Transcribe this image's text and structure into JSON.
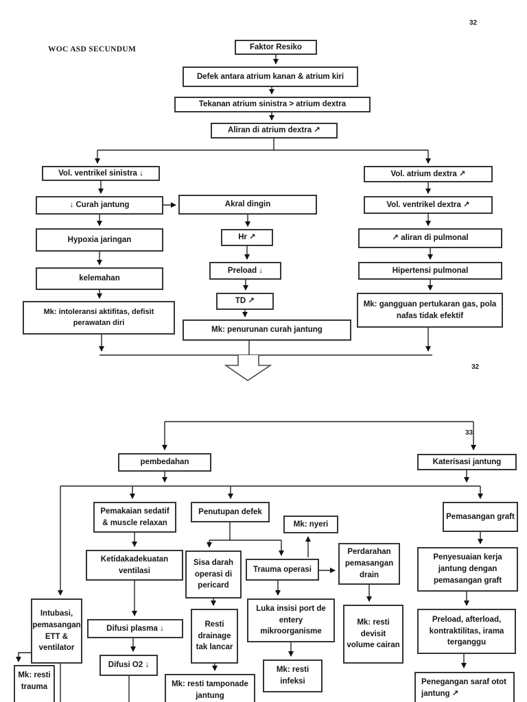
{
  "page": {
    "title": "WOC ASD SECUNDUM",
    "page_number_top": "32",
    "page_number_middle": "32",
    "page_number_section2": "33"
  },
  "nodes": {
    "faktor_resiko": "Faktor Resiko",
    "defek_atrium": "Defek antara atrium kanan & atrium kiri",
    "tekanan_atrium": "Tekanan atrium sinistra > atrium dextra",
    "aliran_atrium_dextra": "Aliran di atrium dextra ↗",
    "vol_ventrikel_sinistra": "Vol. ventrikel sinistra ↓",
    "curah_jantung": "↓  Curah jantung",
    "akral_dingin": "Akral dingin",
    "hypoxia_jaringan": "Hypoxia jaringan",
    "kelemahan": "kelemahan",
    "mk_intoleransi": "Mk: intoleransi aktifitas, defisit perawatan diri",
    "hr": "Hr ↗",
    "preload": "Preload ↓",
    "td": "TD ↗",
    "mk_penurunan_curah": "Mk: penurunan curah jantung",
    "vol_atrium_dextra": "Vol. atrium dextra ↗",
    "vol_ventrikel_dextra": "Vol. ventrikel dextra ↗",
    "aliran_pulmonal": "↗ aliran di pulmonal",
    "hipertensi_pulmonal": "Hipertensi pulmonal",
    "mk_gangguan_gas": "Mk: gangguan pertukaran gas, pola nafas tidak efektif",
    "pembedahan": "pembedahan",
    "katerisasi_jantung": "Katerisasi jantung",
    "pemakaian_sedatif": "Pemakaian sedatif & muscle relaxan",
    "penutupan_defek": "Penutupan defek",
    "mk_nyeri": "Mk: nyeri",
    "pemasangan_graft": "Pemasangan graft",
    "ketidakadekuatan_ventilasi": "Ketidakadekuatan ventilasi",
    "sisa_darah": "Sisa darah operasi di pericard",
    "trauma_operasi": "Trauma operasi",
    "perdarahan_drain": "Perdarahan pemasangan drain",
    "penyesuaian_kerja": "Penyesuaian kerja jantung dengan pemasangan graft",
    "intubasi_ett": "Intubasi, pemasangan ETT & ventilator",
    "difusi_plasma": "Difusi plasma ↓",
    "difusi_o2": "Difusi O2 ↓",
    "resti_drainage": "Resti drainage tak lancar",
    "luka_insisi": "Luka insisi port de entery mikroorganisme",
    "mk_devisit_volume": "Mk: resti devisit volume cairan",
    "preload_afterload": "Preload, afterload, kontraktilitas, irama terganggu",
    "mk_resti_trauma": "Mk: resti trauma",
    "mk_tamponade": "Mk: resti tamponade jantung",
    "mk_infeksi": "Mk: resti infeksi",
    "penegangan_saraf": "Penegangan saraf otot jantung  ↗"
  }
}
